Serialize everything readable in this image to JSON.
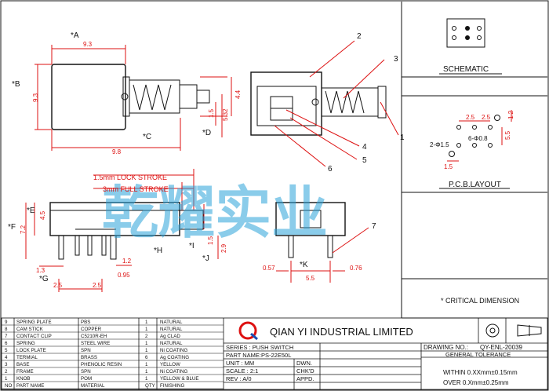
{
  "labels": {
    "A": "*A",
    "B": "*B",
    "C": "*C",
    "D": "*D",
    "E": "*E",
    "F": "*F",
    "G": "*G",
    "H": "*H",
    "I": "*I",
    "J": "*J",
    "K": "*K",
    "lock_stroke": "1.5mm LOCK STROKE",
    "full_stroke": "3mm FULL STROKE",
    "schematic": "SCHEMATIC",
    "pcb_layout": "P.C.B.LAYOUT",
    "critical": "* CRITICAL  DIMENSION"
  },
  "callouts": [
    "1",
    "2",
    "3",
    "4",
    "5",
    "6",
    "7"
  ],
  "dims": {
    "top_width": "9.3",
    "side_height": "9.3",
    "body_width": "9.8",
    "d44": "4.4",
    "d15": "1.5",
    "d532": "5.32",
    "d45": "4.5",
    "d72": "7.2",
    "d13": "1.3",
    "d12": "1.2",
    "d095": "0.95",
    "d25a": "2.5",
    "d25b": "2.5",
    "d15b": "1.5",
    "d29": "2.9",
    "d057": "0.57",
    "d55": "5.5",
    "d076": "0.76",
    "pcb_25a": "2.5",
    "pcb_25b": "2.5",
    "pcb_12": "1.2",
    "pcb_55": "5.5",
    "pcb_15": "1.5",
    "pcb_hole1": "2-Φ1.5",
    "pcb_hole2": "6-Φ0.8"
  },
  "watermark": "乾耀实业",
  "bom_rows": [
    {
      "no": "9",
      "part": "SPRING PLATE",
      "material": "PBS",
      "qty": "1",
      "finish": "NATURAL"
    },
    {
      "no": "8",
      "part": "CAM STICK",
      "material": "COPPER",
      "qty": "1",
      "finish": "NATURAL"
    },
    {
      "no": "7",
      "part": "CONTACT CLIP",
      "material": "C5210R-EH",
      "qty": "2",
      "finish": "Ag CLAD"
    },
    {
      "no": "6",
      "part": "SPRING",
      "material": "STEEL WIRE",
      "qty": "1",
      "finish": "NATURAL"
    },
    {
      "no": "5",
      "part": "LOCK PLATE",
      "material": "SPN",
      "qty": "1",
      "finish": "Ni COATING"
    },
    {
      "no": "4",
      "part": "TERMIAL",
      "material": "BRASS",
      "qty": "6",
      "finish": "Ag COATING"
    },
    {
      "no": "3",
      "part": "BASE",
      "material": "PHENOLIC RESIN",
      "qty": "1",
      "finish": "YELLOW"
    },
    {
      "no": "2",
      "part": "FRAME",
      "material": "SPN",
      "qty": "1",
      "finish": "Ni COATING"
    },
    {
      "no": "1",
      "part": "KNOB",
      "material": "POM",
      "qty": "1",
      "finish": "YELLOW & BLUE"
    }
  ],
  "bom_header": {
    "no": "NO",
    "part": "PART NAME",
    "material": "MATERIAL",
    "qty": "QTY",
    "finish": "FINISHING"
  },
  "title_block": {
    "logo_letter": "Q",
    "company": "QIAN YI INDUSTRIAL LIMITED",
    "series": "SERIES : PUSH SWITCH",
    "part_name": "PART NAME:PS-22E50L",
    "unit": "UNIT  :  MM",
    "scale": "SCALE : 2:1",
    "rev": "REV   : A/0",
    "dwn": "DWN.",
    "chkd": "CHK'D",
    "appd": "APPD.",
    "drawing_no_label": "DRAWING NO.:",
    "drawing_no": "QY-ENL-20039",
    "tolerance_title": "GENERAL TOLERANCE",
    "within": "WITHIN 0.XXmm±0.15mm",
    "over": "OVER   0.Xmm±0.25mm"
  }
}
